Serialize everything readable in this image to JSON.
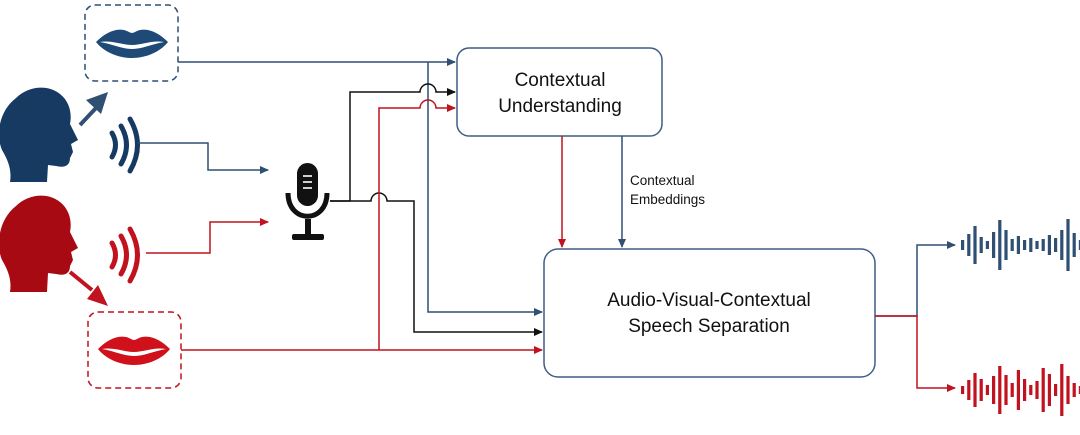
{
  "boxes": {
    "context": {
      "line1": "Contextual",
      "line2": "Understanding"
    },
    "separation": {
      "line1": "Audio-Visual-Contextual",
      "line2": "Speech Separation"
    }
  },
  "edge_label": {
    "line1": "Contextual",
    "line2": "Embeddings"
  },
  "colors": {
    "blue": "#2f4f73",
    "navy": "#173a63",
    "red": "#c1121f",
    "red_head": "#a70a12",
    "black": "#111111",
    "box_stroke": "#3f5f86"
  },
  "icons": {
    "speaker_top": "blue-head-silhouette",
    "speaker_bottom": "red-head-silhouette",
    "lips_top": "blue-lips",
    "lips_bottom": "red-lips",
    "microphone": "microphone",
    "output_top": "blue-waveform",
    "output_bottom": "red-waveform"
  }
}
